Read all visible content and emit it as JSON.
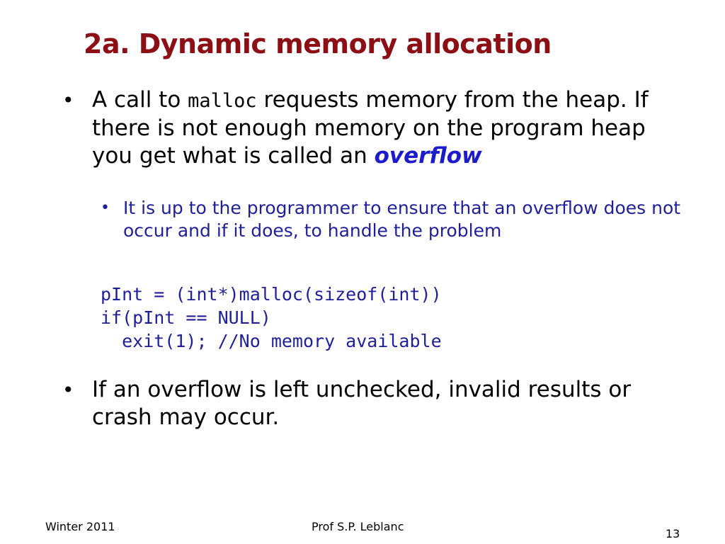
{
  "slide": {
    "title": "2a. Dynamic memory allocation",
    "bullet1": {
      "prefix": "A call to ",
      "code": "malloc",
      "mid": " requests memory from the heap. If there is not enough memory on the program heap you get what is called an ",
      "emphasis": "overflow"
    },
    "sub_bullet": "It is up to the programmer to ensure that an overflow does not occur and if it does, to handle the problem",
    "code_lines": [
      "pInt = (int*)malloc(sizeof(int))",
      "if(pInt == NULL)",
      "  exit(1); //No memory available"
    ],
    "bullet2": "If an overflow is left unchecked, invalid results or crash may occur.",
    "bullet_glyph": "•"
  },
  "footer": {
    "left": "Winter 2011",
    "center": "Prof S.P. Leblanc",
    "page_number": "13"
  },
  "colors": {
    "title": "#8b0f14",
    "sub_text": "#1f1f9a",
    "emphasis": "#1c1ccc"
  }
}
